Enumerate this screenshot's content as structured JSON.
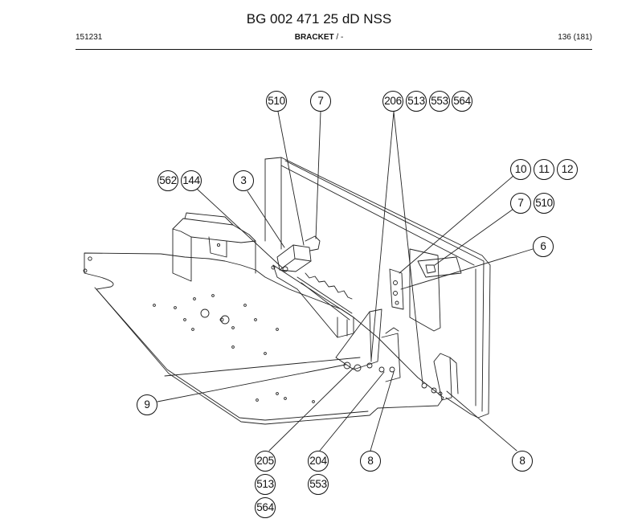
{
  "header": {
    "title": "BG 002 471 25 dD NSS",
    "doc_number": "151231",
    "part_name": "BRACKET",
    "part_suffix": " / -",
    "page": "136 (181)"
  },
  "callouts": {
    "c510_top": "510",
    "c7_top": "7",
    "c206": "206",
    "c513_top": "513",
    "c553_top": "553",
    "c564_top": "564",
    "c562": "562",
    "c144": "144",
    "c3": "3",
    "c10": "10",
    "c11": "11",
    "c12": "12",
    "c7_right": "7",
    "c510_right": "510",
    "c6": "6",
    "c9": "9",
    "c205": "205",
    "c513_bottom": "513",
    "c564_bottom": "564",
    "c204": "204",
    "c553_bottom": "553",
    "c8_left": "8",
    "c8_right": "8"
  }
}
